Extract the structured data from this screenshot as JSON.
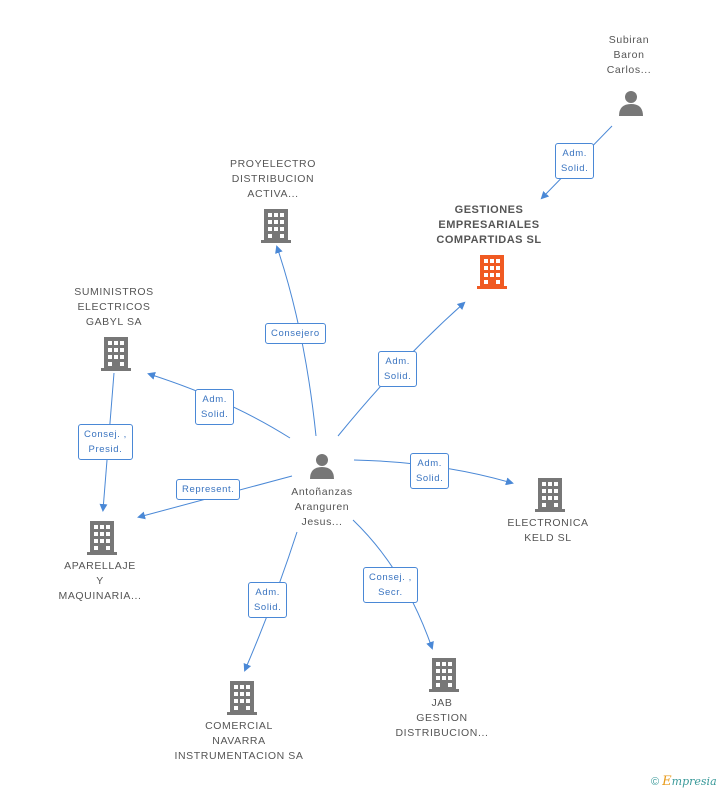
{
  "colors": {
    "edge": "#4a88d6",
    "node": "#777777",
    "highlight": "#f05a22"
  },
  "nodes": {
    "subiran": {
      "lines": [
        "Subiran",
        "Baron",
        "Carlos..."
      ],
      "icon": "person-icon"
    },
    "gestiones": {
      "lines": [
        "GESTIONES",
        "EMPRESARIALES",
        "COMPARTIDAS SL"
      ],
      "icon": "building-icon"
    },
    "proyelectro": {
      "lines": [
        "PROYELECTRO",
        "DISTRIBUCION",
        "ACTIVA..."
      ],
      "icon": "building-icon"
    },
    "suministros": {
      "lines": [
        "SUMINISTROS",
        "ELECTRICOS",
        "GABYL SA"
      ],
      "icon": "building-icon"
    },
    "center": {
      "lines": [
        "Antoñanzas",
        "Aranguren",
        "Jesus..."
      ],
      "icon": "person-icon"
    },
    "electronica": {
      "lines": [
        "ELECTRONICA",
        "KELD SL"
      ],
      "icon": "building-icon"
    },
    "aparellaje": {
      "lines": [
        "APARELLAJE",
        "Y",
        "MAQUINARIA..."
      ],
      "icon": "building-icon"
    },
    "comercial": {
      "lines": [
        "COMERCIAL",
        "NAVARRA",
        "INSTRUMENTACION SA"
      ],
      "icon": "building-icon"
    },
    "jab": {
      "lines": [
        "JAB",
        "GESTION",
        "DISTRIBUCION..."
      ],
      "icon": "building-icon"
    }
  },
  "edges": {
    "subiran_gestiones": {
      "lines": [
        "Adm.",
        "Solid."
      ]
    },
    "center_proyelectro": {
      "lines": [
        "Consejero"
      ]
    },
    "center_gestiones": {
      "lines": [
        "Adm.",
        "Solid."
      ]
    },
    "center_suministros": {
      "lines": [
        "Adm.",
        "Solid."
      ]
    },
    "suministros_aparellaje": {
      "lines": [
        "Consej. ,",
        "Presid."
      ]
    },
    "center_aparellaje": {
      "lines": [
        "Represent."
      ]
    },
    "center_electronica": {
      "lines": [
        "Adm.",
        "Solid."
      ]
    },
    "center_comercial": {
      "lines": [
        "Adm.",
        "Solid."
      ]
    },
    "center_jab": {
      "lines": [
        "Consej. ,",
        "Secr."
      ]
    }
  },
  "footer": {
    "copyright": "©",
    "brand_first": "E",
    "brand_rest": "mpresia"
  }
}
